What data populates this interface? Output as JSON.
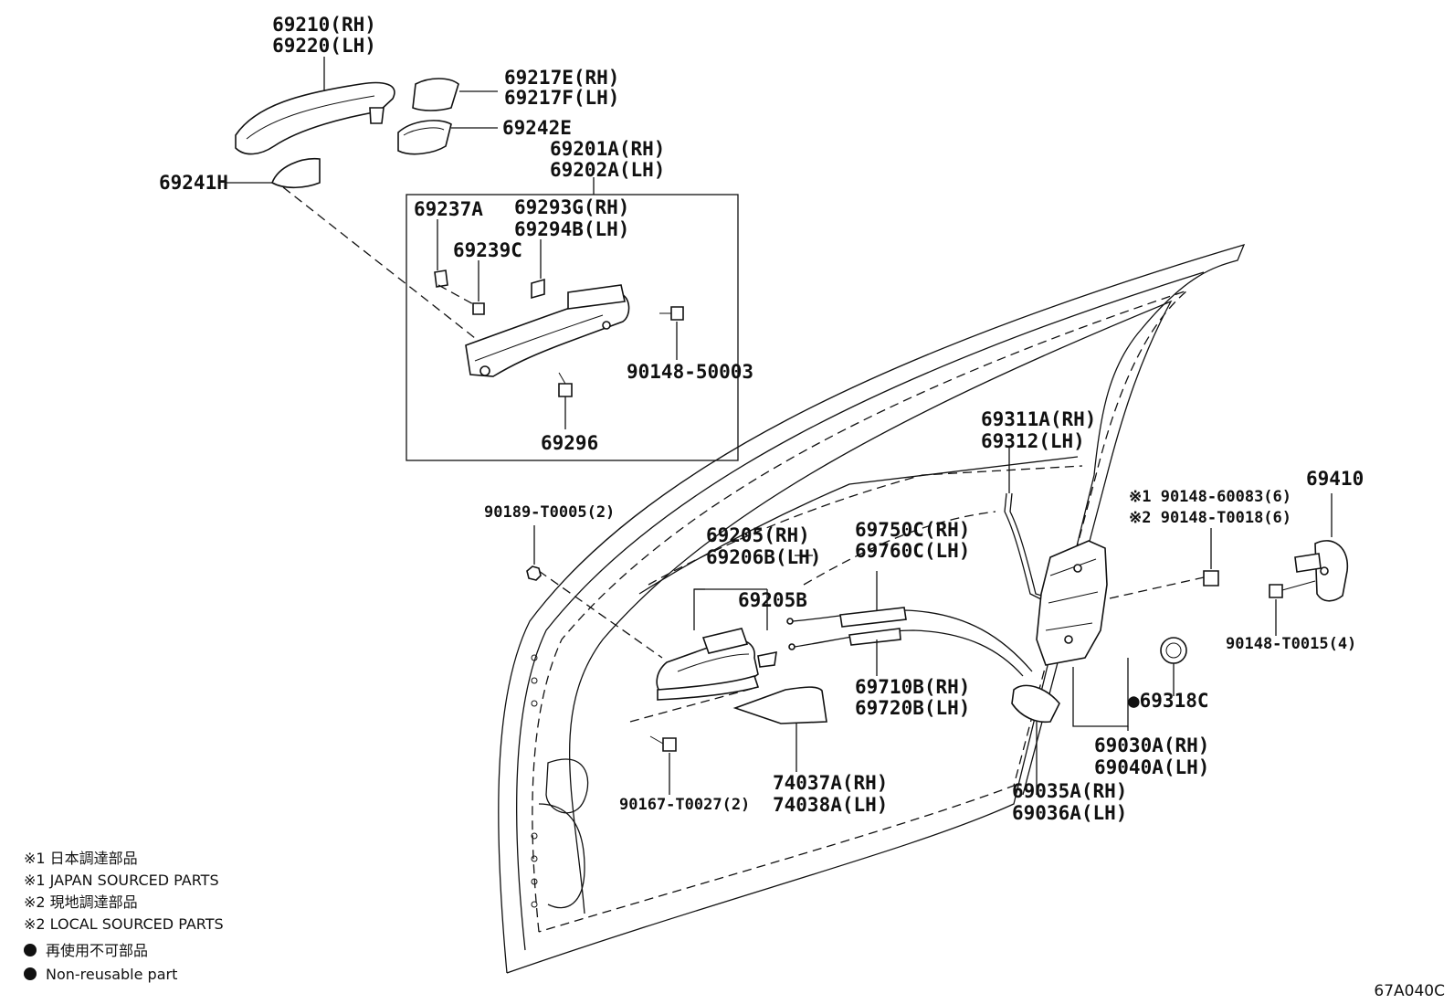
{
  "labels": {
    "p69210": "69210(RH)",
    "p69220": "69220(LH)",
    "p69217e": "69217E(RH)",
    "p69217f": "69217F(LH)",
    "p69242e": "69242E",
    "p69201a": "69201A(RH)",
    "p69202a": "69202A(LH)",
    "p69241h": "69241H",
    "p69237a": "69237A",
    "p69293g": "69293G(RH)",
    "p69294b": "69294B(LH)",
    "p69239c": "69239C",
    "p9014850003": "90148-50003",
    "p69296": "69296",
    "p69311a": "69311A(RH)",
    "p69312": "69312(LH)",
    "p9014860083": "※1 90148-60083(6)",
    "p90148t0018": "※2 90148-T0018(6)",
    "p69410": "69410",
    "p90189t0005": "90189-T0005(2)",
    "p69205": "69205(RH)",
    "p69206b": "69206B(LH)",
    "p69750c": "69750C(RH)",
    "p69760c": "69760C(LH)",
    "p69205b": "69205B",
    "p90148t0015": "90148-T0015(4)",
    "p69318c": "●69318C",
    "p69710b": "69710B(RH)",
    "p69720b": "69720B(LH)",
    "p69030a": "69030A(RH)",
    "p69040a": "69040A(LH)",
    "p74037a": "74037A(RH)",
    "p74038a": "74038A(LH)",
    "p69035a": "69035A(RH)",
    "p69036a": "69036A(LH)",
    "p90167t0027": "90167-T0027(2)"
  },
  "notes": {
    "n1": "※1 日本調達部品",
    "n2": "※1 JAPAN SOURCED PARTS",
    "n3": "※2 現地調達部品",
    "n4": "※2 LOCAL SOURCED PARTS",
    "n5": "再使用不可部品",
    "n6": "Non-reusable part"
  },
  "diagram_code": "67A040C"
}
